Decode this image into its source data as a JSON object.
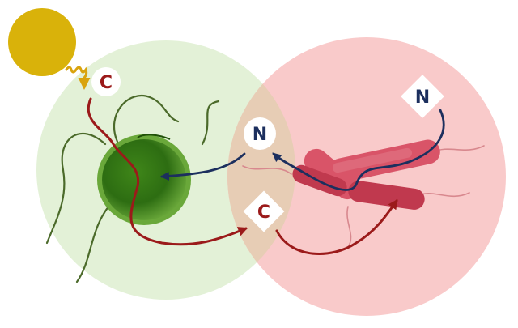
{
  "labels": {
    "carbon_from_sun": "C",
    "nitrogen_shared": "N",
    "carbon_shared": "C",
    "nitrogen_source": "N"
  },
  "colors": {
    "sun": "#d9b20a",
    "sun_wave": "#d9a30d",
    "algae_zone": "#e3f1d7",
    "bacteria_zone": "#f9caca",
    "overlap_zone": "#e7cdb5",
    "algae_cell_outer": "#5e9d2a",
    "algae_cell_inner": "#2f6f12",
    "bacteria_body": "#d95468",
    "bacteria_dark": "#c0394e",
    "carbon_arrow": "#9b1a1a",
    "nitrogen_arrow": "#1c2f5e",
    "flagella_algae": "#4b6a2a",
    "flagella_bacteria": "#d8888e",
    "label_bg": "#ffffff",
    "label_text": "#1c2f5e",
    "carbon_label_text": "#9b1a1a"
  },
  "icons": {
    "sun": "sun-icon",
    "algae": "algae-cell-icon",
    "bacteria": "bacteria-cluster-icon"
  }
}
